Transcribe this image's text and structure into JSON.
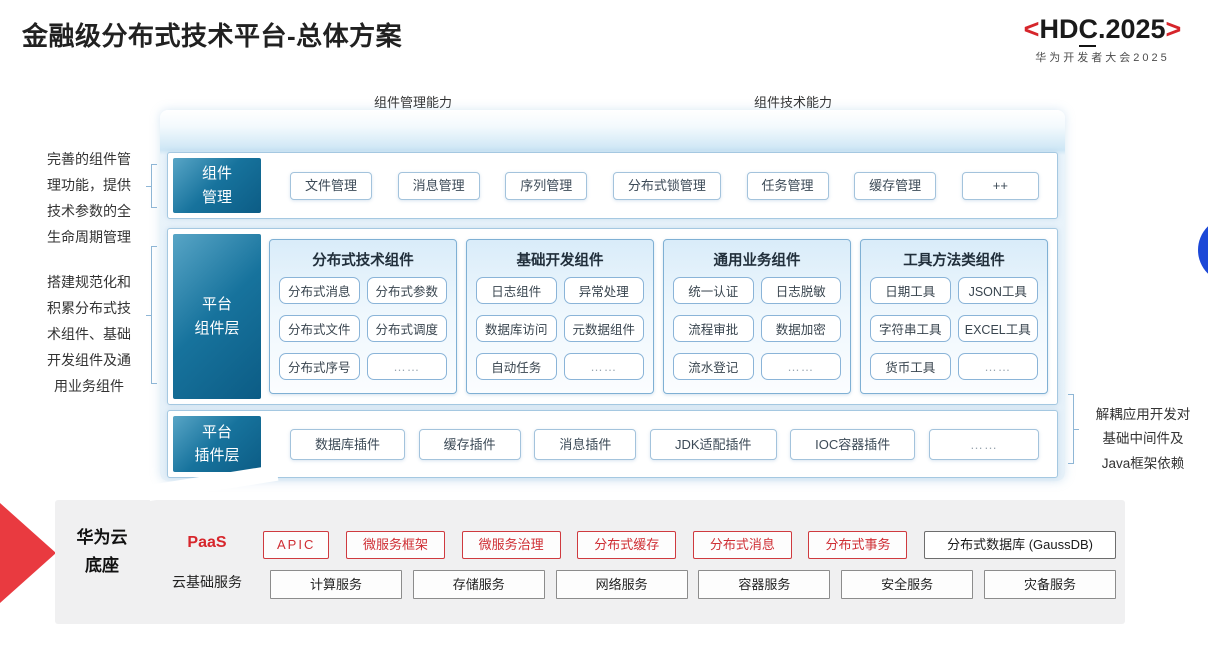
{
  "slide": {
    "title": "金融级分布式技术平台-总体方案"
  },
  "logo": {
    "open": "<",
    "hd": "HD",
    "c": "C",
    "rest": ".2025",
    "close": ">",
    "subtitle": "华为开发者大会2025"
  },
  "top_arrows": [
    {
      "label": "组件管理能力"
    },
    {
      "label": "组件技术能力"
    }
  ],
  "left_notes": [
    "完善的组件管\n理功能，提供\n技术参数的全\n生命周期管理",
    "搭建规范化和\n积累分布式技\n术组件、基础\n开发组件及通\n用业务组件"
  ],
  "right_note": "解耦应用开发对\n基础中间件及\nJava框架依赖",
  "layers": {
    "management": {
      "label": "组件\n管理",
      "items": [
        "文件管理",
        "消息管理",
        "序列管理",
        "分布式锁管理",
        "任务管理",
        "缓存管理",
        "++"
      ]
    },
    "component_layer": {
      "label": "平台\n组件层",
      "panels": [
        {
          "title": "分布式技术组件",
          "cells": [
            "分布式消息",
            "分布式参数",
            "分布式文件",
            "分布式调度",
            "分布式序号",
            "……"
          ]
        },
        {
          "title": "基础开发组件",
          "cells": [
            "日志组件",
            "异常处理",
            "数据库访问",
            "元数据组件",
            "自动任务",
            "……"
          ]
        },
        {
          "title": "通用业务组件",
          "cells": [
            "统一认证",
            "日志脱敏",
            "流程审批",
            "数据加密",
            "流水登记",
            "……"
          ]
        },
        {
          "title": "工具方法类组件",
          "cells": [
            "日期工具",
            "JSON工具",
            "字符串工具",
            "EXCEL工具",
            "货币工具",
            "……"
          ]
        }
      ]
    },
    "plugin_layer": {
      "label": "平台\n插件层",
      "items": [
        "数据库插件",
        "缓存插件",
        "消息插件",
        "JDK适配插件",
        "IOC容器插件",
        "……"
      ]
    }
  },
  "foundation": {
    "label": "华为云\n底座",
    "paas": {
      "label": "PaaS",
      "items": [
        "APIC",
        "微服务框架",
        "微服务治理",
        "分布式缓存",
        "分布式消息",
        "分布式事务"
      ],
      "highlight_item": "分布式数据库 (GaussDB)"
    },
    "cloud_base": {
      "label": "云基础服务",
      "items": [
        "计算服务",
        "存储服务",
        "网络服务",
        "容器服务",
        "安全服务",
        "灾备服务"
      ]
    }
  },
  "colors": {
    "brand_red": "#d7252c",
    "layer_label_teal": "#0f6189",
    "arrow_teal": "#1b7ba6",
    "panel_border_blue": "#7fb0d4",
    "accent_circle_blue": "#1c48d7",
    "foundation_gray": "#f0f0f1"
  }
}
